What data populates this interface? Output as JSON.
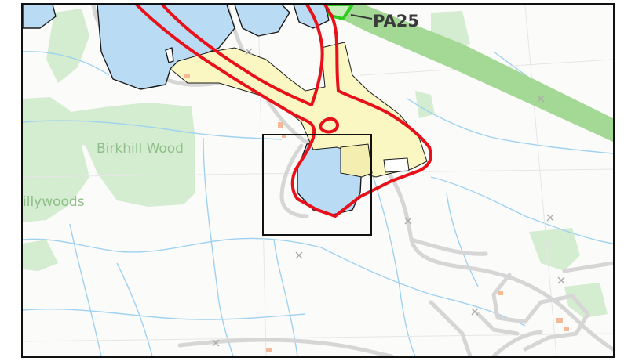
{
  "map": {
    "labels": {
      "birkhill": "Birkhill Wood",
      "illywoods": "illywoods",
      "pa25": "PA25"
    },
    "colors": {
      "background": "#fbfbfa",
      "water": "#b9dcf4",
      "water_outline": "#1a1a1a",
      "woodland": "#d4ecd0",
      "woodland_label": "#8fbf88",
      "site_fill": "#fbf7c2",
      "site_boundary": "#e8111a",
      "green_corridor": "#a3d895",
      "green_outline": "#2ecc1f",
      "stream": "#9fd2f0",
      "road": "#d6d6d6",
      "building": "#f4b997",
      "frame": "#111111",
      "label_dark": "#3a3a3a"
    },
    "icons": [
      "cross-marker-icon"
    ]
  }
}
